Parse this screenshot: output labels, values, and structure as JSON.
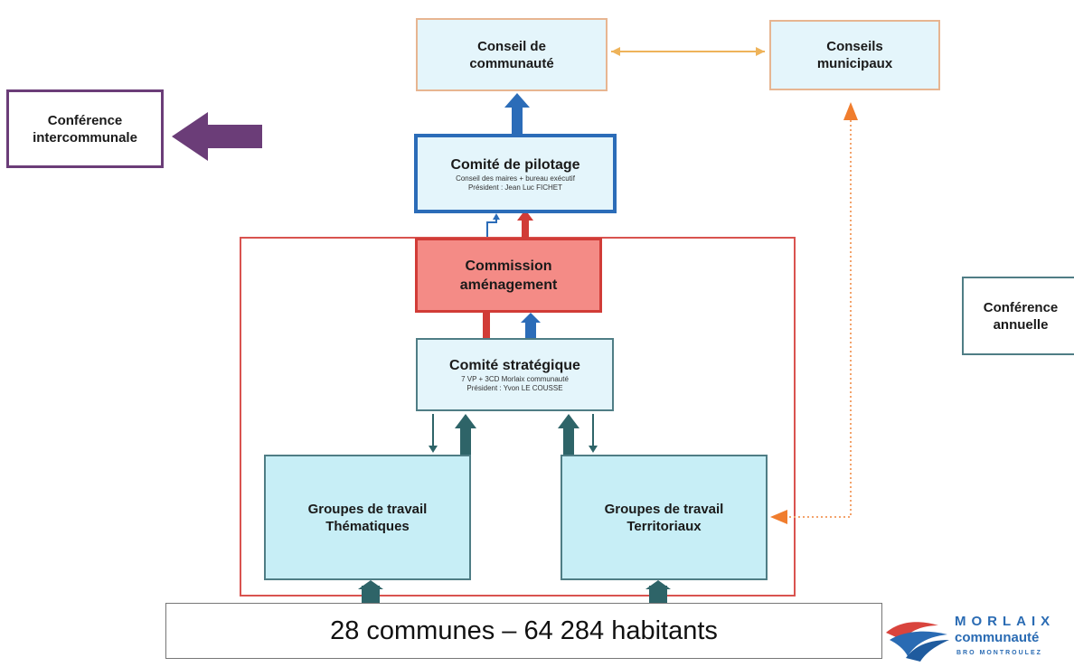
{
  "boxes": {
    "conseil_communaute": {
      "line1": "Conseil de",
      "line2": "communauté"
    },
    "conseils_municipaux": {
      "line1": "Conseils",
      "line2": "municipaux"
    },
    "conference_intercommunale": {
      "line1": "Conférence",
      "line2": "intercommunale"
    },
    "comite_pilotage": {
      "title": "Comité de pilotage",
      "sub1": "Conseil des maires + bureau exécutif",
      "sub2": "Président : Jean Luc FICHET"
    },
    "commission": {
      "line1": "Commission",
      "line2": "aménagement"
    },
    "comite_strategique": {
      "title": "Comité stratégique",
      "sub1": "7 VP + 3CD Morlaix communauté",
      "sub2": "Président : Yvon LE COUSSE"
    },
    "conference_annuelle": {
      "line1": "Conférence",
      "line2": "annuelle"
    },
    "groupes_thematiques": {
      "line1": "Groupes de travail",
      "line2": "Thématiques"
    },
    "groupes_territoriaux": {
      "line1": "Groupes de travail",
      "line2": "Territoriaux"
    },
    "communes": "28 communes – 64 284 habitants"
  },
  "logo": {
    "line1": "MORLAIX",
    "line2": "communauté",
    "line3": "BRO MONTROULEZ"
  },
  "colors": {
    "blue": "#2b6cb8",
    "red": "#d13c37",
    "teal": "#2e6468",
    "purple": "#6b3d78",
    "orange": "#f07d2e",
    "tan": "#e7b591"
  }
}
